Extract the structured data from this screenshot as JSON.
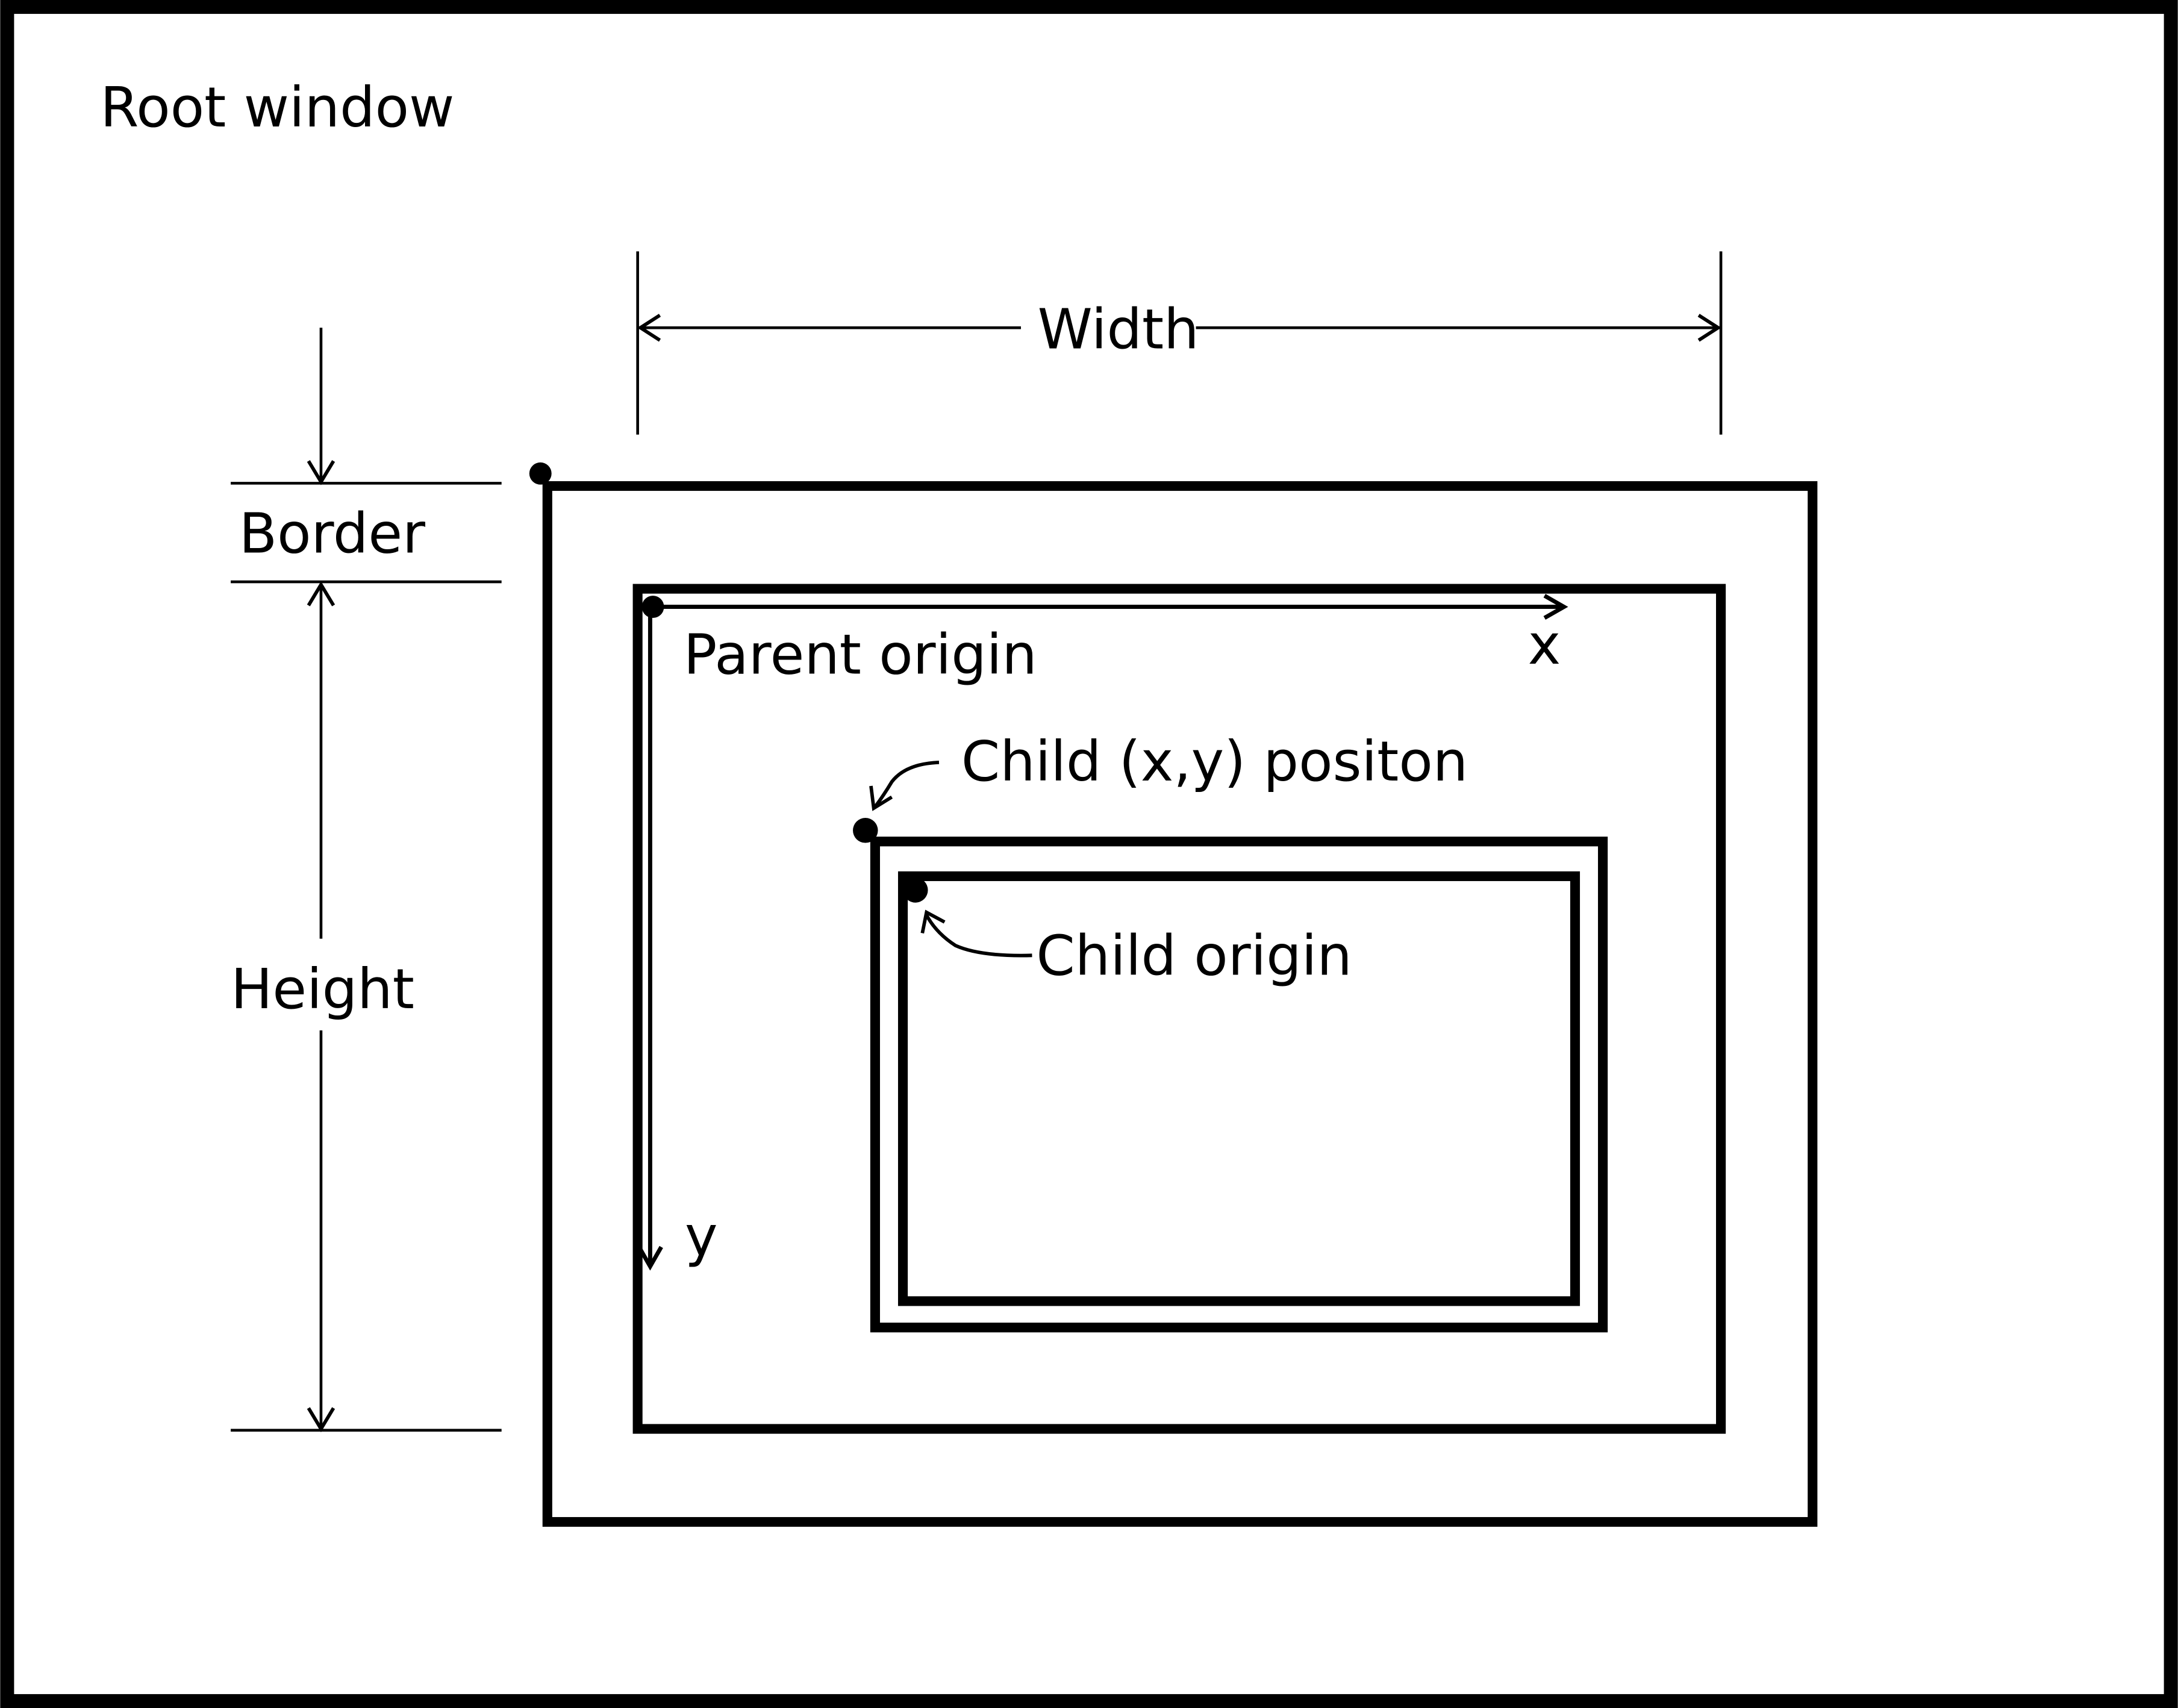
{
  "root_label": "Root window",
  "labels": {
    "width": "Width",
    "border": "Border",
    "height": "Height",
    "parent_origin": "Parent origin",
    "x_axis": "x",
    "y_axis": "y",
    "child_position": "Child (x,y) positon",
    "child_origin": "Child origin"
  },
  "colors": {
    "ink": "#000000",
    "background": "#ffffff"
  }
}
